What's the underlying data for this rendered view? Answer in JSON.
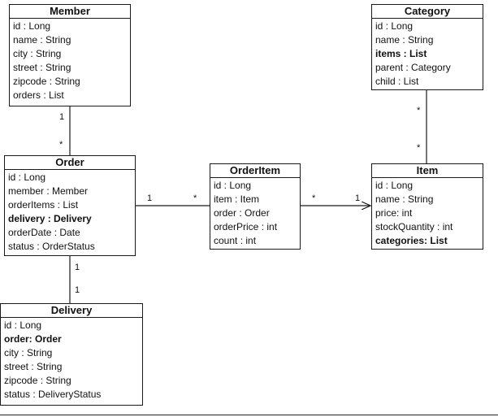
{
  "entities": {
    "member": {
      "title": "Member",
      "attrs": [
        "id : Long",
        "name : String",
        "city : String",
        "street : String",
        "zipcode : String",
        "orders : List"
      ]
    },
    "category": {
      "title": "Category",
      "attrs": [
        "id : Long",
        "name : String",
        "items : List",
        "parent : Category",
        "child : List"
      ],
      "bold": [
        2
      ]
    },
    "order": {
      "title": "Order",
      "attrs": [
        "id : Long",
        "member : Member",
        "orderItems : List",
        "delivery : Delivery",
        "orderDate : Date",
        "status : OrderStatus"
      ],
      "bold": [
        3
      ]
    },
    "orderitem": {
      "title": "OrderItem",
      "attrs": [
        "id : Long",
        "item : Item",
        "order : Order",
        "orderPrice : int",
        "count : int"
      ]
    },
    "item": {
      "title": "Item",
      "attrs": [
        "id : Long",
        "name : String",
        "price: int",
        "stockQuantity : int",
        "categories: List"
      ],
      "bold": [
        4
      ]
    },
    "delivery": {
      "title": "Delivery",
      "attrs": [
        "id : Long",
        "order: Order",
        "city : String",
        "street : String",
        "zipcode : String",
        "status : DeliveryStatus"
      ],
      "bold": [
        1
      ]
    }
  },
  "multiplicities": {
    "member_order_member": "1",
    "member_order_order": "*",
    "order_orderitem_order": "1",
    "order_orderitem_orderitem": "*",
    "orderitem_item_orderitem": "*",
    "orderitem_item_item": "1",
    "category_item_category": "*",
    "category_item_item": "*",
    "order_delivery_order": "1",
    "order_delivery_delivery": "1"
  },
  "colors": {
    "line": "#1a1a1a",
    "background": "#ffffff"
  }
}
